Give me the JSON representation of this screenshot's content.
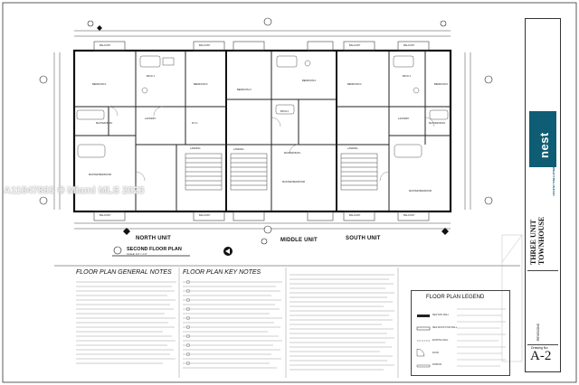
{
  "drawing": {
    "title": "SECOND FLOOR PLAN",
    "scale": "SCALE: 1/4\" = 1'-0\"",
    "units": [
      {
        "label": "NORTH UNIT"
      },
      {
        "label": "MIDDLE UNIT"
      },
      {
        "label": "SOUTH UNIT"
      }
    ],
    "rooms": {
      "bedroom_1": "BEDROOM 1",
      "bedroom_2": "BEDROOM 2",
      "bedroom_3": "BEDROOM 3",
      "master_bedroom": "MASTER BEDROOM",
      "master_bath": "MASTER BATH",
      "bath_1": "BATH 1",
      "bath_2": "BATH 2",
      "laundry": "LAUNDRY",
      "landing": "LANDING",
      "balcony": "BALCONY",
      "wic": "W.I.C."
    }
  },
  "notes": {
    "general_title": "FLOOR PLAN GENERAL NOTES",
    "key_title": "FLOOR PLAN KEY NOTES",
    "legend_title": "FLOOR PLAN LEGEND"
  },
  "legend": {
    "items": [
      "NEW CMU WALL",
      "NEW WOOD STUD WALL",
      "EXISTING WALL",
      "DOOR",
      "WINDOW"
    ]
  },
  "titleblock": {
    "project_title": "THREE UNIT TOWNHOUSE",
    "firm": "nest",
    "firm_sub": "ARCHITECTURE & INTERIOR DESIGN",
    "revisions": "REVISIONS",
    "drawing_no_label": "Drawing No:",
    "sheet_number": "A-2"
  },
  "watermark": "A11847883 © Miami MLS 2023",
  "colors": {
    "line": "#222222",
    "light_line": "#999999",
    "brand_teal": "#0e5d74"
  }
}
